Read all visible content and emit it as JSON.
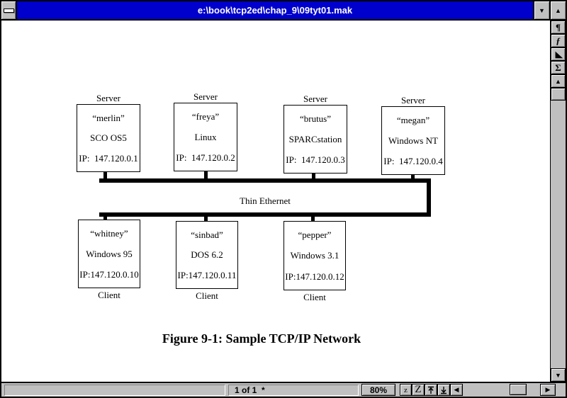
{
  "window": {
    "title": "e:\\book\\tcp2ed\\chap_9\\09tyt01.mak",
    "minimize_glyph": "▼",
    "maximize_glyph": "▲"
  },
  "right_toolbar": {
    "pilcrow_glyph": "¶",
    "function_glyph": "ƒ",
    "sigma_glyph": "Σ",
    "scroll_up_glyph": "▲",
    "scroll_down_glyph": "▼"
  },
  "statusbar": {
    "message_text": "",
    "page_indicator": "1 of 1  *",
    "zoom_level": "80%",
    "zoom_out_label": "z",
    "zoom_in_label": "Z",
    "scroll_left_glyph": "◀",
    "scroll_right_glyph": "▶"
  },
  "diagram": {
    "bus_label": "Thin Ethernet",
    "caption": "Figure 9-1: Sample TCP/IP Network",
    "servers": [
      {
        "label": "Server",
        "name": "“merlin”",
        "os": "SCO OS5",
        "ip": "IP:  147.120.0.1"
      },
      {
        "label": "Server",
        "name": "“freya”",
        "os": "Linux",
        "ip": "IP:  147.120.0.2"
      },
      {
        "label": "Server",
        "name": "“brutus”",
        "os": "SPARCstation",
        "ip": "IP:  147.120.0.3"
      },
      {
        "label": "Server",
        "name": "“megan”",
        "os": "Windows NT",
        "ip": "IP:  147.120.0.4"
      }
    ],
    "clients": [
      {
        "label": "Client",
        "name": "“whitney”",
        "os": "Windows 95",
        "ip": "IP:147.120.0.10"
      },
      {
        "label": "Client",
        "name": "“sinbad”",
        "os": "DOS 6.2",
        "ip": "IP:147.120.0.11"
      },
      {
        "label": "Client",
        "name": "“pepper”",
        "os": "Windows 3.1",
        "ip": "IP:147.120.0.12"
      }
    ]
  }
}
